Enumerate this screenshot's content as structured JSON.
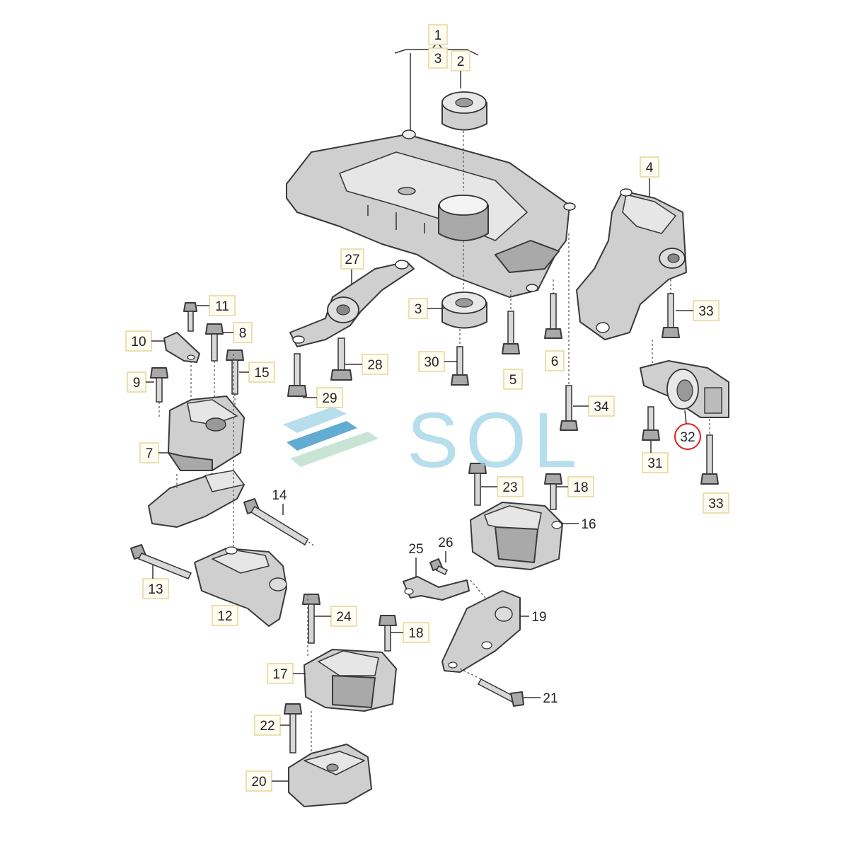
{
  "diagram": {
    "callouts": {
      "c1": "1",
      "c2": "2",
      "c3a": "3",
      "c3b": "3",
      "c4": "4",
      "c5": "5",
      "c6": "6",
      "c7": "7",
      "c8": "8",
      "c9": "9",
      "c10": "10",
      "c11": "11",
      "c12": "12",
      "c13": "13",
      "c14": "14",
      "c15": "15",
      "c16": "16",
      "c17": "17",
      "c18a": "18",
      "c18b": "18",
      "c19": "19",
      "c20": "20",
      "c21": "21",
      "c22": "22",
      "c23": "23",
      "c24": "24",
      "c25": "25",
      "c26": "26",
      "c27": "27",
      "c28": "28",
      "c29": "29",
      "c30": "30",
      "c31": "31",
      "c32": "32",
      "c33a": "33",
      "c33b": "33",
      "c34": "34"
    },
    "highlighted_part": "32",
    "highlight_color": "#e02020"
  },
  "watermark": {
    "text": "SOL",
    "color": "#9ed3e6",
    "accent": "#2e8fc4"
  }
}
